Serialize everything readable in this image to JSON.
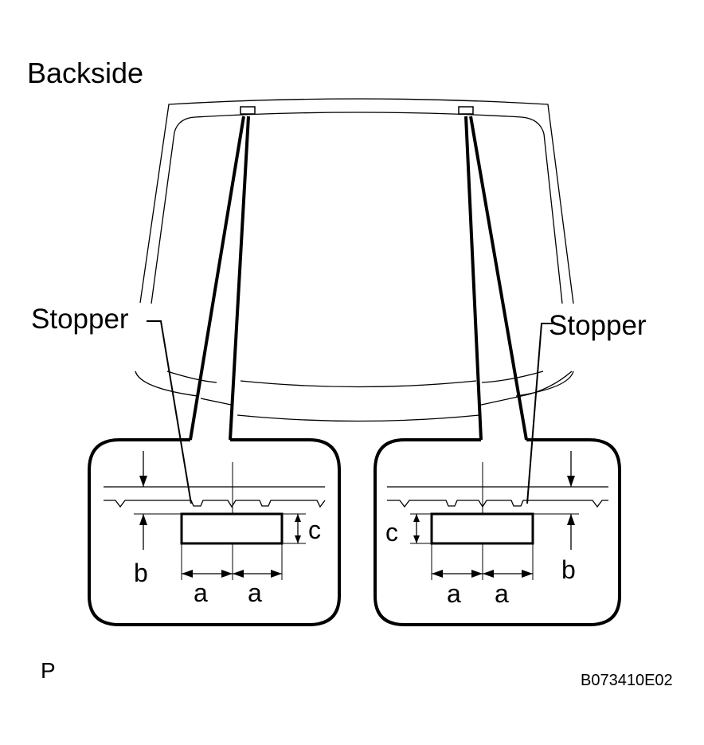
{
  "title": "Backside",
  "labels": {
    "stopper_left": "Stopper",
    "stopper_right": "Stopper",
    "dim_a": "a",
    "dim_b": "b",
    "dim_c": "c"
  },
  "footer": {
    "left": "P",
    "right": "B073410E02"
  },
  "colors": {
    "line": "#000000",
    "background": "#ffffff"
  }
}
